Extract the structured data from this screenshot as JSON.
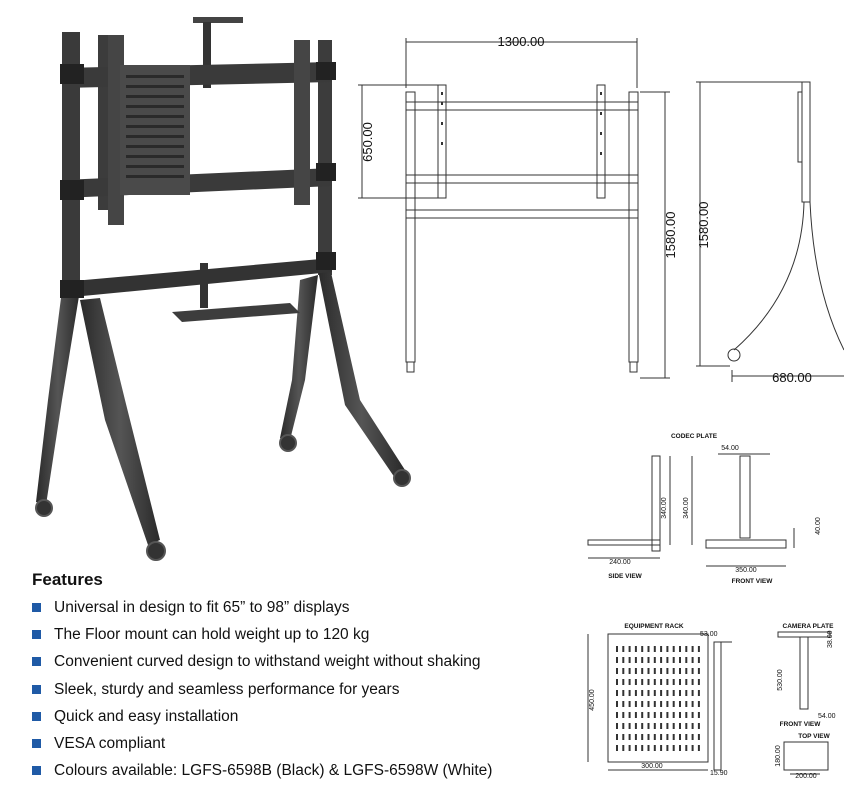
{
  "features": {
    "title": "Features",
    "items": [
      "Universal in design to fit 65” to 98” displays",
      "The Floor mount can hold weight up to 120 kg",
      "Convenient curved design to withstand weight without shaking",
      "Sleek, sturdy and seamless performance for years",
      "Quick and easy installation",
      "VESA compliant",
      "Colours available: LGFS-6598B (Black) & LGFS-6598W (White)"
    ]
  },
  "front_drawing": {
    "width": "1300.00",
    "vesa_height": "650.00",
    "total_height": "1580.00"
  },
  "side_drawing": {
    "total_height": "1580.00",
    "depth": "680.00"
  },
  "codec_plate": {
    "title": "CODEC PLATE",
    "side_view": "SIDE VIEW",
    "front_view": "FRONT VIEW",
    "side_height": "340.00",
    "side_width": "240.00",
    "front_top": "54.00",
    "front_height": "340.00",
    "front_width": "350.00",
    "front_side": "40.00"
  },
  "equipment_rack": {
    "title": "EQUIPMENT RACK",
    "height": "450.00",
    "width": "300.00",
    "tab": "53.00",
    "depth": "15.90"
  },
  "camera_plate": {
    "title": "CAMERA PLATE",
    "front_view": "FRONT VIEW",
    "top_view": "TOP VIEW",
    "top_dim": "38.00",
    "height": "530.00",
    "small": "54.00",
    "top_depth": "180.00",
    "top_width": "200.00"
  },
  "colors": {
    "bullet": "#1f5aa6",
    "stand": "#3a3a3a"
  }
}
